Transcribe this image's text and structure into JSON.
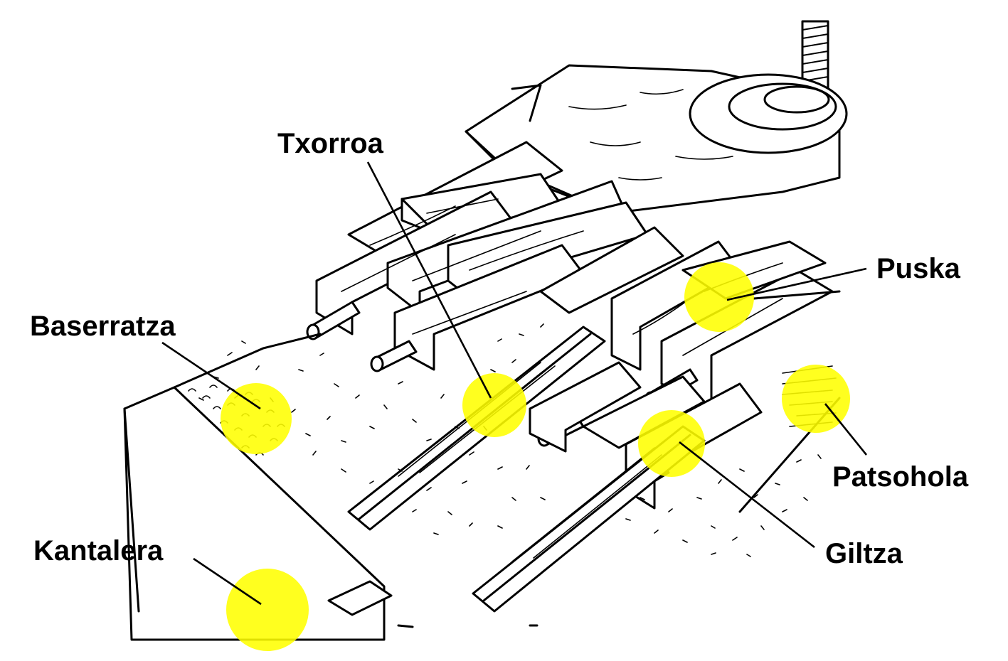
{
  "labels": {
    "txorroa": "Txorroa",
    "puska": "Puska",
    "baserratza": "Baserratza",
    "patsohola": "Patsohola",
    "kantalera": "Kantalera",
    "giltza": "Giltza"
  },
  "colors": {
    "highlight": "#ffff00",
    "ink": "#000000",
    "background": "#ffffff"
  }
}
